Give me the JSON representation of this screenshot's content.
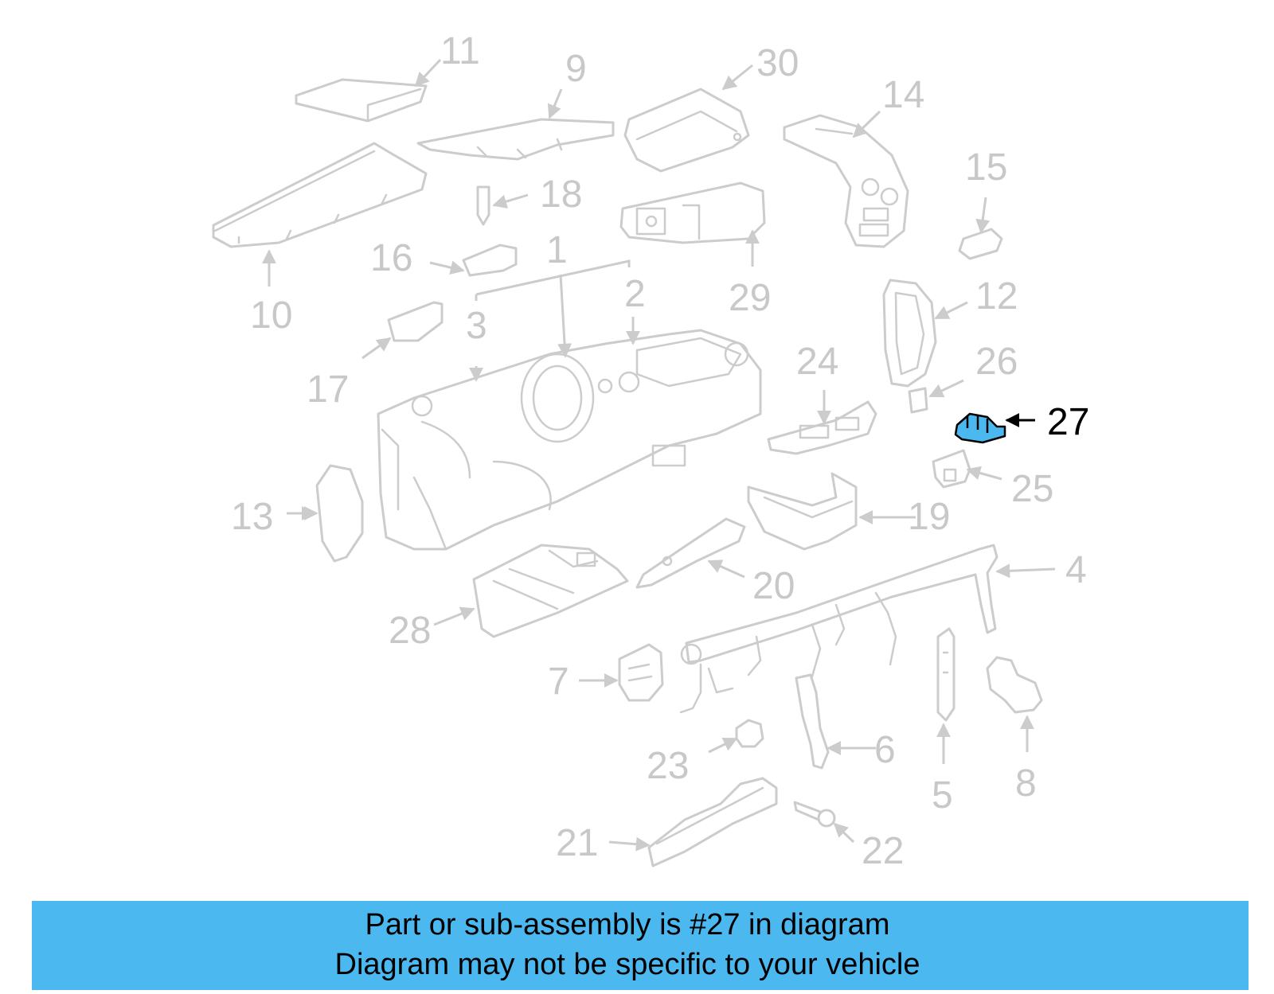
{
  "diagram": {
    "callouts": [
      "1",
      "2",
      "3",
      "4",
      "5",
      "6",
      "7",
      "8",
      "9",
      "10",
      "11",
      "12",
      "13",
      "14",
      "15",
      "16",
      "17",
      "18",
      "19",
      "20",
      "21",
      "22",
      "23",
      "24",
      "25",
      "26",
      "27",
      "28",
      "29",
      "30"
    ],
    "highlighted_callout": "27",
    "highlight_color": "#4cb8f0"
  },
  "caption": {
    "line1": "Part or sub-assembly is #27 in diagram",
    "line2": "Diagram may not be specific to your vehicle",
    "background": "#4cb8f0"
  }
}
